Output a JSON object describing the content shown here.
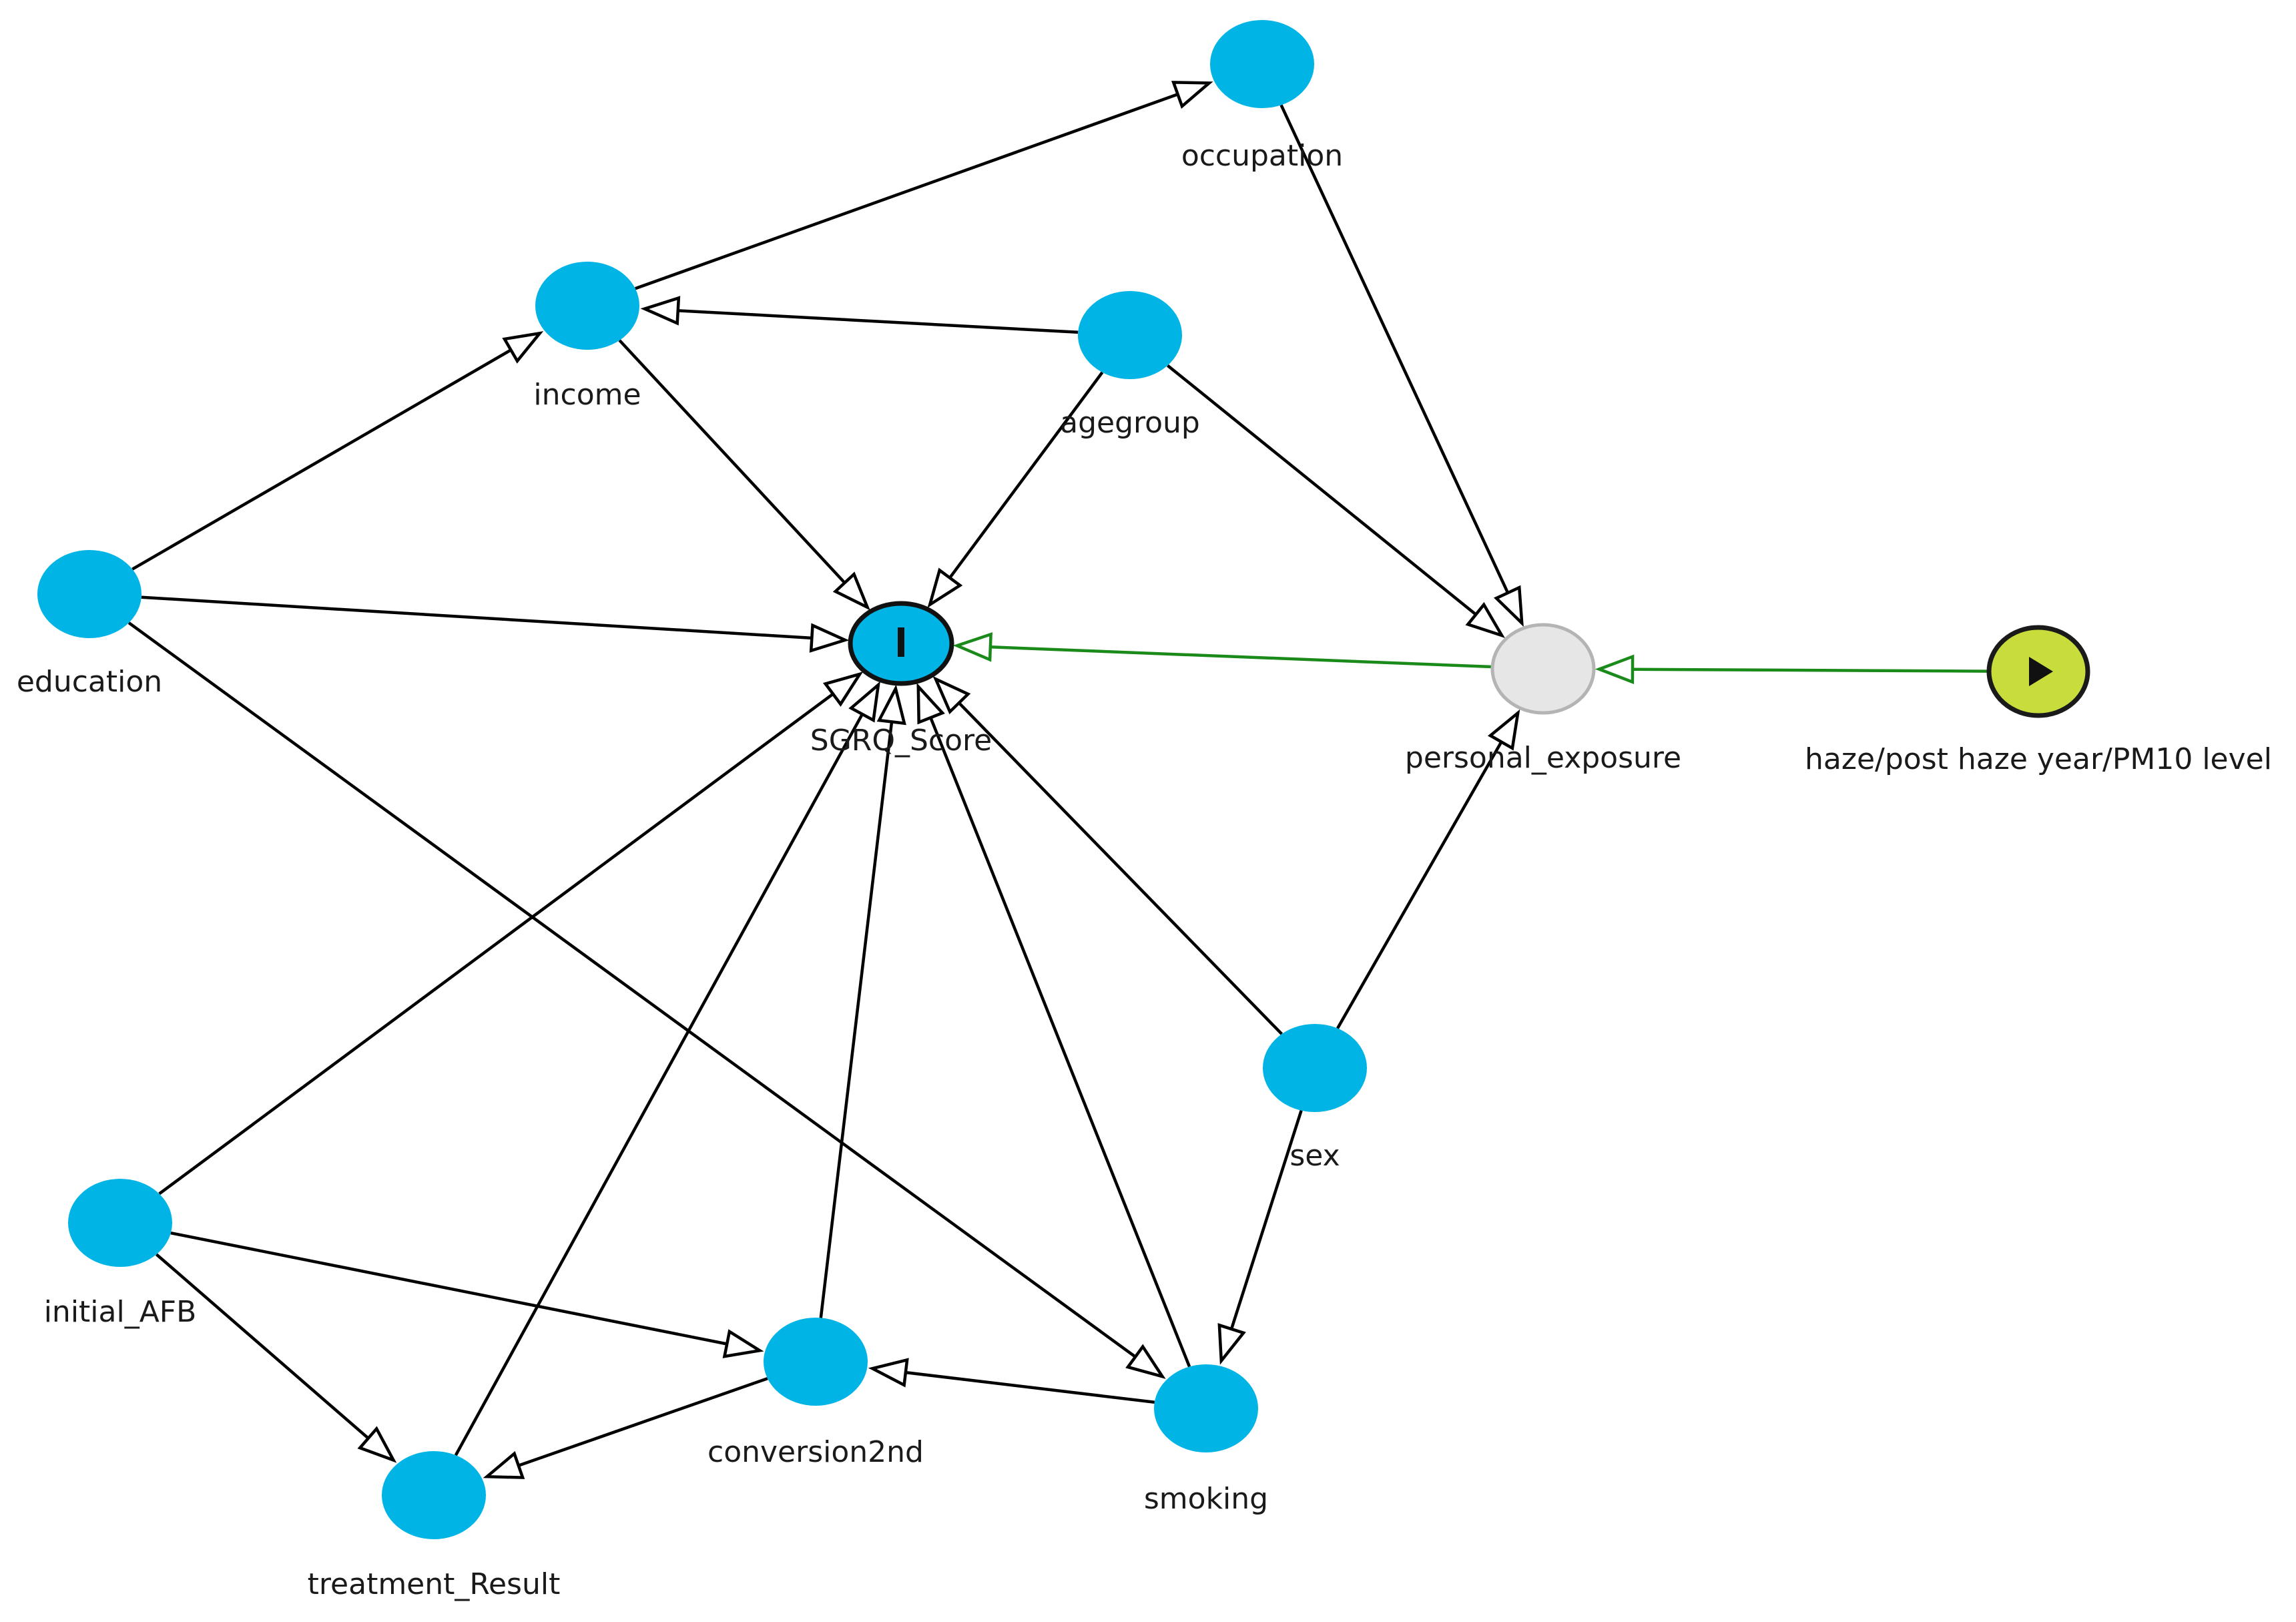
{
  "diagram": {
    "type": "causal-dag",
    "colors": {
      "node_default": "#00b4e6",
      "node_latent": "#e6e6e6",
      "node_latent_stroke": "#b4b4b4",
      "node_exposure": "#c8dc3c",
      "edge_default": "#000000",
      "edge_causal": "#1a8a1a"
    },
    "nodes": [
      {
        "id": "occupation",
        "label": "occupation",
        "kind": "default"
      },
      {
        "id": "income",
        "label": "income",
        "kind": "default"
      },
      {
        "id": "agegroup",
        "label": "agegroup",
        "kind": "default"
      },
      {
        "id": "education",
        "label": "education",
        "kind": "default"
      },
      {
        "id": "SGRQ_Score",
        "label": "SGRQ_Score",
        "kind": "outcome",
        "icon": "bar-icon"
      },
      {
        "id": "personal_exposure",
        "label": "personal_exposure",
        "kind": "latent"
      },
      {
        "id": "haze",
        "label": "haze/post haze year/PM10 level",
        "kind": "exposure",
        "icon": "play-icon"
      },
      {
        "id": "sex",
        "label": "sex",
        "kind": "default"
      },
      {
        "id": "initial_AFB",
        "label": "initial_AFB",
        "kind": "default"
      },
      {
        "id": "conversion2nd",
        "label": "conversion2nd",
        "kind": "default"
      },
      {
        "id": "smoking",
        "label": "smoking",
        "kind": "default"
      },
      {
        "id": "treatment_Result",
        "label": "treatment_Result",
        "kind": "default"
      }
    ],
    "edges": [
      {
        "from": "income",
        "to": "occupation",
        "kind": "default"
      },
      {
        "from": "agegroup",
        "to": "income",
        "kind": "default"
      },
      {
        "from": "education",
        "to": "income",
        "kind": "default"
      },
      {
        "from": "income",
        "to": "SGRQ_Score",
        "kind": "default"
      },
      {
        "from": "agegroup",
        "to": "SGRQ_Score",
        "kind": "default"
      },
      {
        "from": "education",
        "to": "SGRQ_Score",
        "kind": "default"
      },
      {
        "from": "occupation",
        "to": "personal_exposure",
        "kind": "default"
      },
      {
        "from": "agegroup",
        "to": "personal_exposure",
        "kind": "default"
      },
      {
        "from": "personal_exposure",
        "to": "SGRQ_Score",
        "kind": "causal"
      },
      {
        "from": "haze",
        "to": "personal_exposure",
        "kind": "causal"
      },
      {
        "from": "education",
        "to": "smoking",
        "kind": "default"
      },
      {
        "from": "sex",
        "to": "personal_exposure",
        "kind": "default"
      },
      {
        "from": "sex",
        "to": "SGRQ_Score",
        "kind": "default"
      },
      {
        "from": "sex",
        "to": "smoking",
        "kind": "default"
      },
      {
        "from": "initial_AFB",
        "to": "SGRQ_Score",
        "kind": "default"
      },
      {
        "from": "treatment_Result",
        "to": "SGRQ_Score",
        "kind": "default"
      },
      {
        "from": "conversion2nd",
        "to": "SGRQ_Score",
        "kind": "default"
      },
      {
        "from": "smoking",
        "to": "SGRQ_Score",
        "kind": "default"
      },
      {
        "from": "initial_AFB",
        "to": "conversion2nd",
        "kind": "default"
      },
      {
        "from": "initial_AFB",
        "to": "treatment_Result",
        "kind": "default"
      },
      {
        "from": "smoking",
        "to": "conversion2nd",
        "kind": "default"
      },
      {
        "from": "conversion2nd",
        "to": "treatment_Result",
        "kind": "default"
      }
    ]
  }
}
